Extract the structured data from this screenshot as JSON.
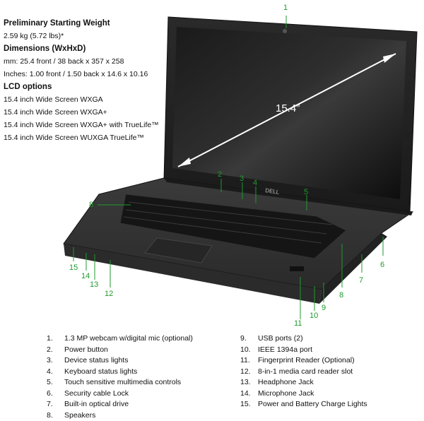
{
  "specs": {
    "weight_heading": "Preliminary Starting Weight",
    "weight_value": "2.59 kg (5.72 lbs)*",
    "dimensions_heading": "Dimensions (WxHxD)",
    "dimensions_mm": "mm: 25.4 front / 38  back x 357 x 258",
    "dimensions_inches": "Inches: 1.00 front / 1.50  back x 14.6  x 10.16",
    "lcd_heading": "LCD options",
    "lcd_options": [
      "15.4 inch  Wide Screen WXGA",
      "15.4 inch  Wide Screen WXGA+",
      "15.4 inch  Wide Screen WXGA+ with TrueLife™",
      "15.4 inch  Wide Screen WUXGA TrueLife™"
    ]
  },
  "figure": {
    "screen_size_label": "15.4”",
    "brand_label": "DELL",
    "callouts": [
      "1",
      "2",
      "3",
      "4",
      "5",
      "6",
      "7",
      "8",
      "8",
      "9",
      "10",
      "11",
      "12",
      "13",
      "14",
      "15"
    ]
  },
  "legend": {
    "left": [
      {
        "num": "1.",
        "text": "1.3 MP webcam w/digital mic (optional)"
      },
      {
        "num": "2.",
        "text": "Power button"
      },
      {
        "num": "3.",
        "text": "Device status lights"
      },
      {
        "num": "4.",
        "text": "Keyboard status lights"
      },
      {
        "num": "5.",
        "text": "Touch sensitive multimedia controls"
      },
      {
        "num": "6.",
        "text": "Security cable Lock"
      },
      {
        "num": "7.",
        "text": "Built-in optical drive"
      },
      {
        "num": "8.",
        "text": "Speakers"
      }
    ],
    "right": [
      {
        "num": "9.",
        "text": "USB ports (2)"
      },
      {
        "num": "10.",
        "text": "IEEE 1394a  port"
      },
      {
        "num": "11.",
        "text": "Fingerprint Reader (Optional)"
      },
      {
        "num": "12.",
        "text": "8-in-1 media card  reader slot"
      },
      {
        "num": "13.",
        "text": "Headphone Jack"
      },
      {
        "num": "14.",
        "text": "Microphone Jack"
      },
      {
        "num": "15.",
        "text": "Power and Battery Charge Lights"
      }
    ]
  }
}
